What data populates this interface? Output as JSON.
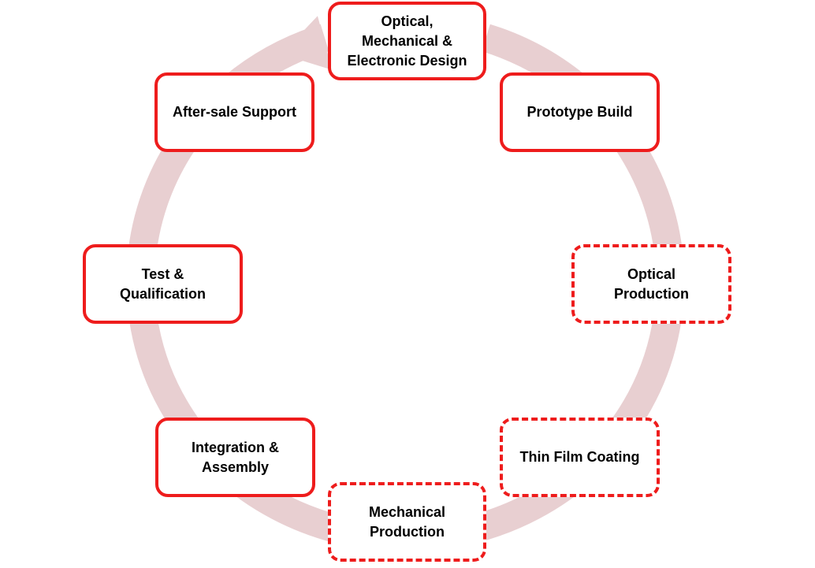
{
  "diagram": {
    "type": "cycle",
    "direction": "clockwise",
    "colors": {
      "arrow_ring": "#e8cfd1",
      "box_border": "#ee1c1c",
      "box_fill": "#ffffff",
      "text": "#000000"
    },
    "nodes": [
      {
        "id": "design",
        "label": "Optical,\nMechanical &\nElectronic Design",
        "border": "solid"
      },
      {
        "id": "prototype",
        "label": "Prototype Build",
        "border": "solid"
      },
      {
        "id": "optical-production",
        "label": "Optical\nProduction",
        "border": "dashed"
      },
      {
        "id": "thin-film",
        "label": "Thin Film Coating",
        "border": "dashed"
      },
      {
        "id": "mechanical-production",
        "label": "Mechanical\nProduction",
        "border": "dashed"
      },
      {
        "id": "integration",
        "label": "Integration &\nAssembly",
        "border": "solid"
      },
      {
        "id": "test",
        "label": "Test &\nQualification",
        "border": "solid"
      },
      {
        "id": "after-sale",
        "label": "After-sale Support",
        "border": "solid"
      }
    ]
  }
}
